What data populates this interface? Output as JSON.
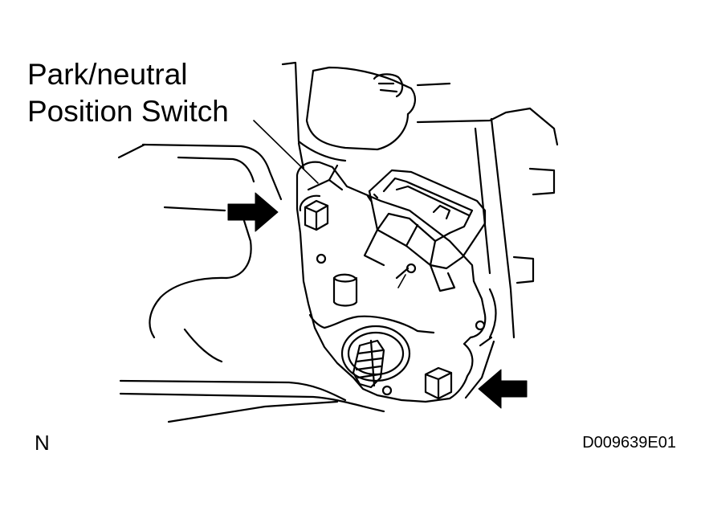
{
  "callout": {
    "line1": "Park/neutral",
    "line2": "Position Switch"
  },
  "orientation_label": "N",
  "figure_code": "D009639E01",
  "colors": {
    "line": "#000000",
    "background": "#ffffff"
  }
}
